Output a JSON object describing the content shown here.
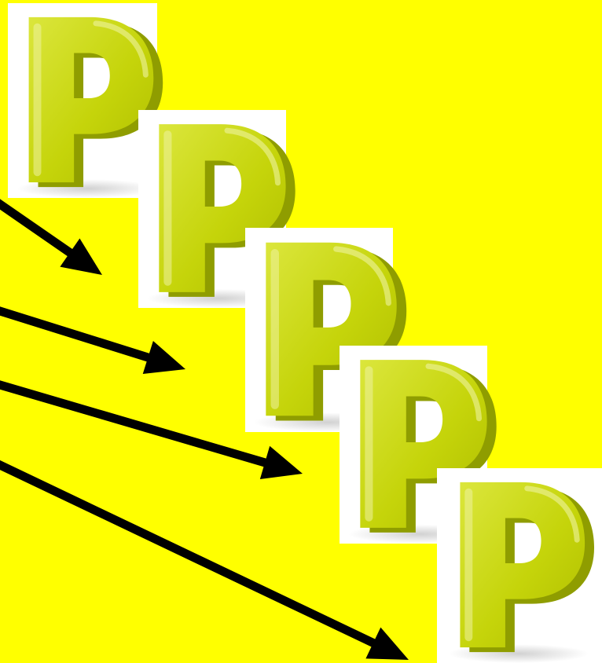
{
  "colors": {
    "background": "#ffff00",
    "tile": "#ffffff",
    "letter_face": "#c5d40a",
    "letter_face_light": "#dbe63c",
    "letter_side": "#8f9d00",
    "letter_highlight": "#eef3a0",
    "arrow": "#000000"
  },
  "tiles": [
    {
      "name": "letter-p-tile-1",
      "letter": "P"
    },
    {
      "name": "letter-p-tile-2",
      "letter": "P"
    },
    {
      "name": "letter-p-tile-3",
      "letter": "P"
    },
    {
      "name": "letter-p-tile-4",
      "letter": "P"
    },
    {
      "name": "letter-p-tile-5",
      "letter": "P"
    }
  ],
  "arrows": [
    {
      "name": "arrow-1",
      "points_to": "letter-p-tile-2"
    },
    {
      "name": "arrow-2",
      "points_to": "letter-p-tile-3"
    },
    {
      "name": "arrow-3",
      "points_to": "letter-p-tile-4"
    },
    {
      "name": "arrow-4",
      "points_to": "letter-p-tile-5"
    }
  ]
}
